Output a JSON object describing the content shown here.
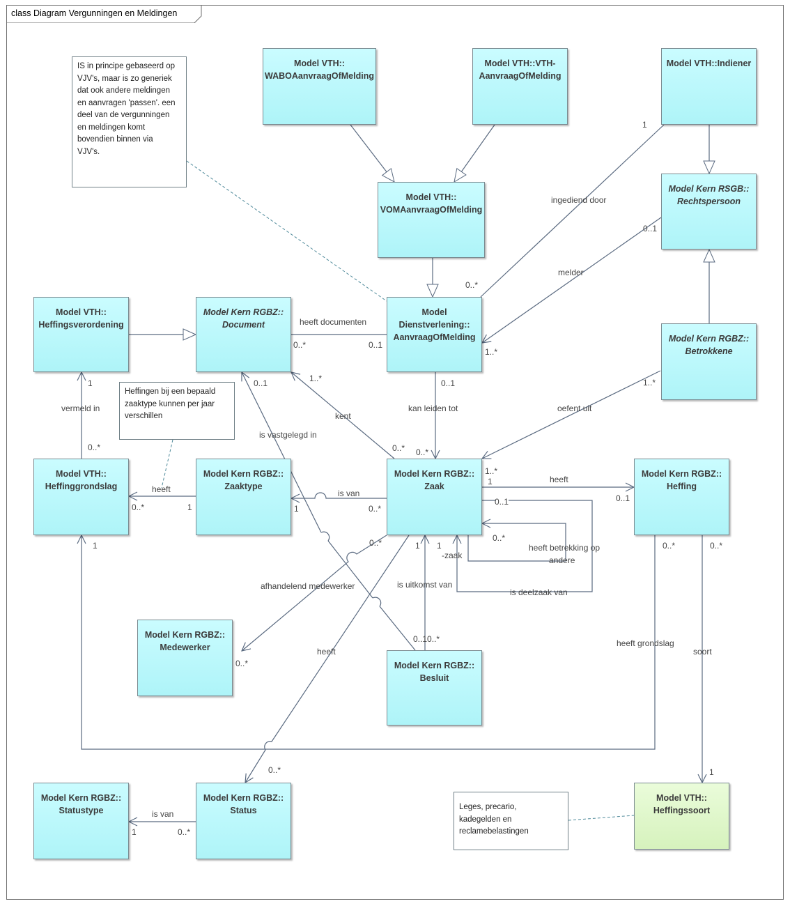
{
  "diagram": {
    "title": "class Diagram Vergunningen en Meldingen",
    "classes": {
      "wabo": [
        "Model VTH::",
        "WABOAanvraagOfMelding"
      ],
      "vthaanvraag": [
        "Model VTH::VTH-",
        "AanvraagOfMelding"
      ],
      "indiener": [
        "Model VTH::Indiener"
      ],
      "voma": [
        "Model VTH::",
        "VOMAanvraagOfMelding"
      ],
      "rechtspersoon": [
        "Model Kern RSGB::",
        "Rechtspersoon"
      ],
      "heffingsverordening": [
        "Model VTH::",
        "Heffingsverordening"
      ],
      "document": [
        "Model Kern RGBZ::",
        "Document"
      ],
      "aanvraag": [
        "Model",
        "Dienstverlening::",
        "AanvraagOfMelding"
      ],
      "betrokkene": [
        "Model Kern RGBZ::",
        "Betrokkene"
      ],
      "heffinggrondslag": [
        "Model VTH::",
        "Heffinggrondslag"
      ],
      "zaaktype": [
        "Model Kern RGBZ::",
        "Zaaktype"
      ],
      "zaak": [
        "Model Kern RGBZ::",
        "Zaak"
      ],
      "heffing": [
        "Model Kern RGBZ::",
        "Heffing"
      ],
      "medewerker": [
        "Model Kern RGBZ::",
        "Medewerker"
      ],
      "besluit": [
        "Model Kern RGBZ::",
        "Besluit"
      ],
      "statustype": [
        "Model Kern RGBZ::",
        "Statustype"
      ],
      "status": [
        "Model Kern RGBZ::",
        "Status"
      ],
      "heffingssoort": [
        "Model VTH::",
        "Heffingssoort"
      ]
    },
    "notes": {
      "note_vjv": [
        "IS in principe gebaseerd op",
        "VJV's, maar is zo generiek",
        "dat ook andere meldingen",
        "en aanvragen 'passen'. een",
        "deel van de vergunningen",
        "en meldingen komt",
        "bovendien binnen via",
        "VJV's."
      ],
      "note_heffingen": [
        "Heffingen bij een bepaald",
        "zaaktype kunnen per jaar",
        "verschillen"
      ],
      "note_leges": [
        "Leges, precario,",
        "kadegelden en",
        "reclamebelastingen"
      ]
    },
    "labels": {
      "ingediend_door": "ingediend door",
      "m_indiener_1": "1",
      "m_indiener_0n": "0..*",
      "m_rechtspersoon_01": "0..1",
      "melder": "melder",
      "m_melder_1n": "1..*",
      "heeft_documenten": "heeft documenten",
      "m_doc_0n": "0..*",
      "m_doc_01": "0..1",
      "m_aanvraag_01": "0..1",
      "kan_leiden_tot": "kan leiden tot",
      "m_zaak_0n_a": "0..*",
      "m_betrokkene_1n": "1..*",
      "oefent_uit": "oefent uit",
      "m_zaak_1n": "1..*",
      "m_zaak_1": "1",
      "m_hv_1": "1",
      "vermeld_in": "vermeld in",
      "m_hg_0n_top": "0..*",
      "m_doc_01_b": "0..1",
      "m_doc_1n": "1..*",
      "kent": "kent",
      "is_vastgelegd_in": "is vastgelegd in",
      "m_zaak_0n_b": "0..*",
      "heeft_hg": "heeft",
      "m_hg_0n": "0..*",
      "m_zt_1": "1",
      "is_van": "is van",
      "m_zt_1b": "1",
      "m_zaak_0n_c": "0..*",
      "heeft_heffing": "heeft",
      "m_heffing_01": "0..1",
      "m_zaak_01_self": "0..1",
      "m_zaak_0n_self": "0..*",
      "heeft_betrekking_op": "heeft betrekking op",
      "andere": "andere",
      "zaak_role": "-zaak",
      "m_zaak_1_bottom": "1",
      "m_zaak_1_bottom2": "1",
      "is_deelzaak_van": "is deelzaak van",
      "is_uitkomst_van": "is uitkomst van",
      "m_besluit": "0..10..*",
      "m_zaak_0n_d": "0..*",
      "afhandelend_medewerker": "afhandelend medewerker",
      "m_medewerker_0n": "0..*",
      "heeft_status": "heeft",
      "m_status_0n": "0..*",
      "m_hg_1_left": "1",
      "m_heffing_0n_a": "0..*",
      "m_heffing_0n_b": "0..*",
      "heeft_grondslag": "heeft grondslag",
      "soort": "soort",
      "m_hs_1": "1",
      "is_van_status": "is van",
      "m_statustype_1": "1",
      "m_status_0n_b": "0..*"
    }
  }
}
